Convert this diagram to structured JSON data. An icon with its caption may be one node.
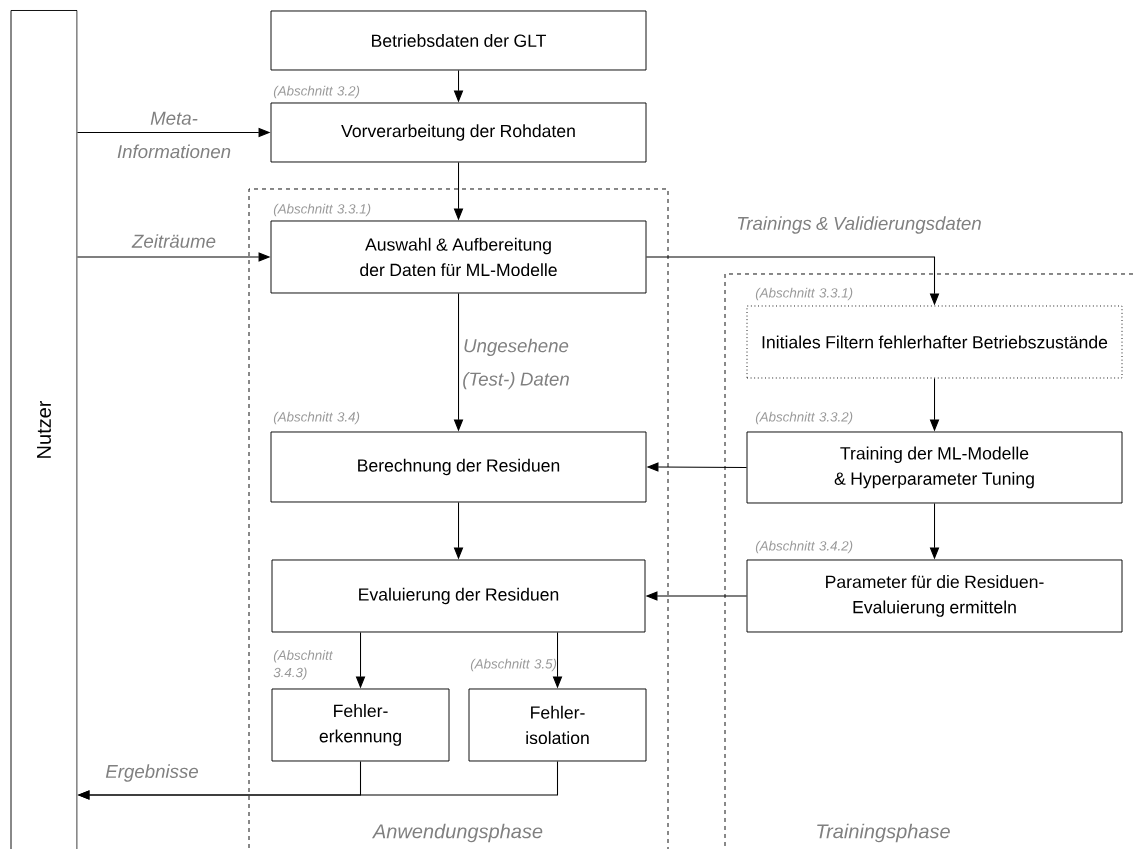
{
  "diagram": {
    "nodes": [
      {
        "text": [
          "Nutzer"
        ]
      },
      {
        "text": [
          "Anwendungsphase"
        ]
      },
      {
        "text": [
          "Trainingsphase"
        ]
      },
      {
        "text": [
          "Betriebsdaten der GLT"
        ]
      },
      {
        "text": [
          "Vorverarbeitung der Rohdaten"
        ],
        "beside": [
          "(Abschnitt 3.2)"
        ]
      },
      {
        "text": [
          "Auswahl & Aufbereitung der Daten für ML-Modelle"
        ],
        "beside": [
          "(Abschnitt 3.3.1)"
        ],
        "in": 1
      },
      {
        "text": [
          "Berechnung der Residuen"
        ],
        "beside": [
          "(Abschnitt 3.4)"
        ],
        "in": 1
      },
      {
        "text": [
          "Evaluierung der Residuen"
        ],
        "in": 1
      },
      {
        "text": [
          "Fehler- erkennung"
        ],
        "beside": [
          "(Abschnitt 3.4.3)"
        ],
        "in": 1
      },
      {
        "text": [
          "Fehler- isolation"
        ],
        "beside": [
          "(Abschnitt 3.5)"
        ],
        "in": 1
      },
      {
        "text": [
          "Initiales Filtern fehlerhafter Betriebszustände"
        ],
        "beside": [
          "(Abschnitt 3.3.1)"
        ],
        "in": 2
      },
      {
        "text": [
          "Training der ML-Modelle & Hyperparameter Tuning"
        ],
        "beside": [
          "(Abschnitt 3.3.2)"
        ],
        "in": 2
      },
      {
        "text": [
          "Parameter für die Residuen- Evaluierung ermitteln"
        ],
        "beside": [
          "(Abschnitt 3.4.2)"
        ],
        "in": 2
      }
    ],
    "edges": [
      {
        "from": 3,
        "to": 4,
        "arrow": "to"
      },
      {
        "from": 0,
        "to": 4,
        "arrow": "to",
        "label": "Meta- Informationen"
      },
      {
        "from": 4,
        "to": 5,
        "arrow": "to"
      },
      {
        "from": 0,
        "to": 5,
        "arrow": "to",
        "label": "Zeiträume"
      },
      {
        "from": 5,
        "to": 10,
        "arrow": "to",
        "label": "Trainings & Validierungsdaten"
      },
      {
        "from": 5,
        "to": 6,
        "arrow": "to",
        "label": "Ungesehene (Test-) Daten"
      },
      {
        "from": 10,
        "to": 11,
        "arrow": "to"
      },
      {
        "from": 11,
        "to": 6,
        "arrow": "to"
      },
      {
        "from": 6,
        "to": 7,
        "arrow": "to"
      },
      {
        "from": 11,
        "to": 12,
        "arrow": "to"
      },
      {
        "from": 12,
        "to": 7,
        "arrow": "to"
      },
      {
        "from": 7,
        "to": 8,
        "arrow": "to"
      },
      {
        "from": 7,
        "to": 9,
        "arrow": "to"
      },
      {
        "from": 8,
        "to": 0,
        "arrow": "to",
        "label": "Ergebnisse"
      },
      {
        "from": 9,
        "to": 0,
        "arrow": "to"
      }
    ]
  }
}
